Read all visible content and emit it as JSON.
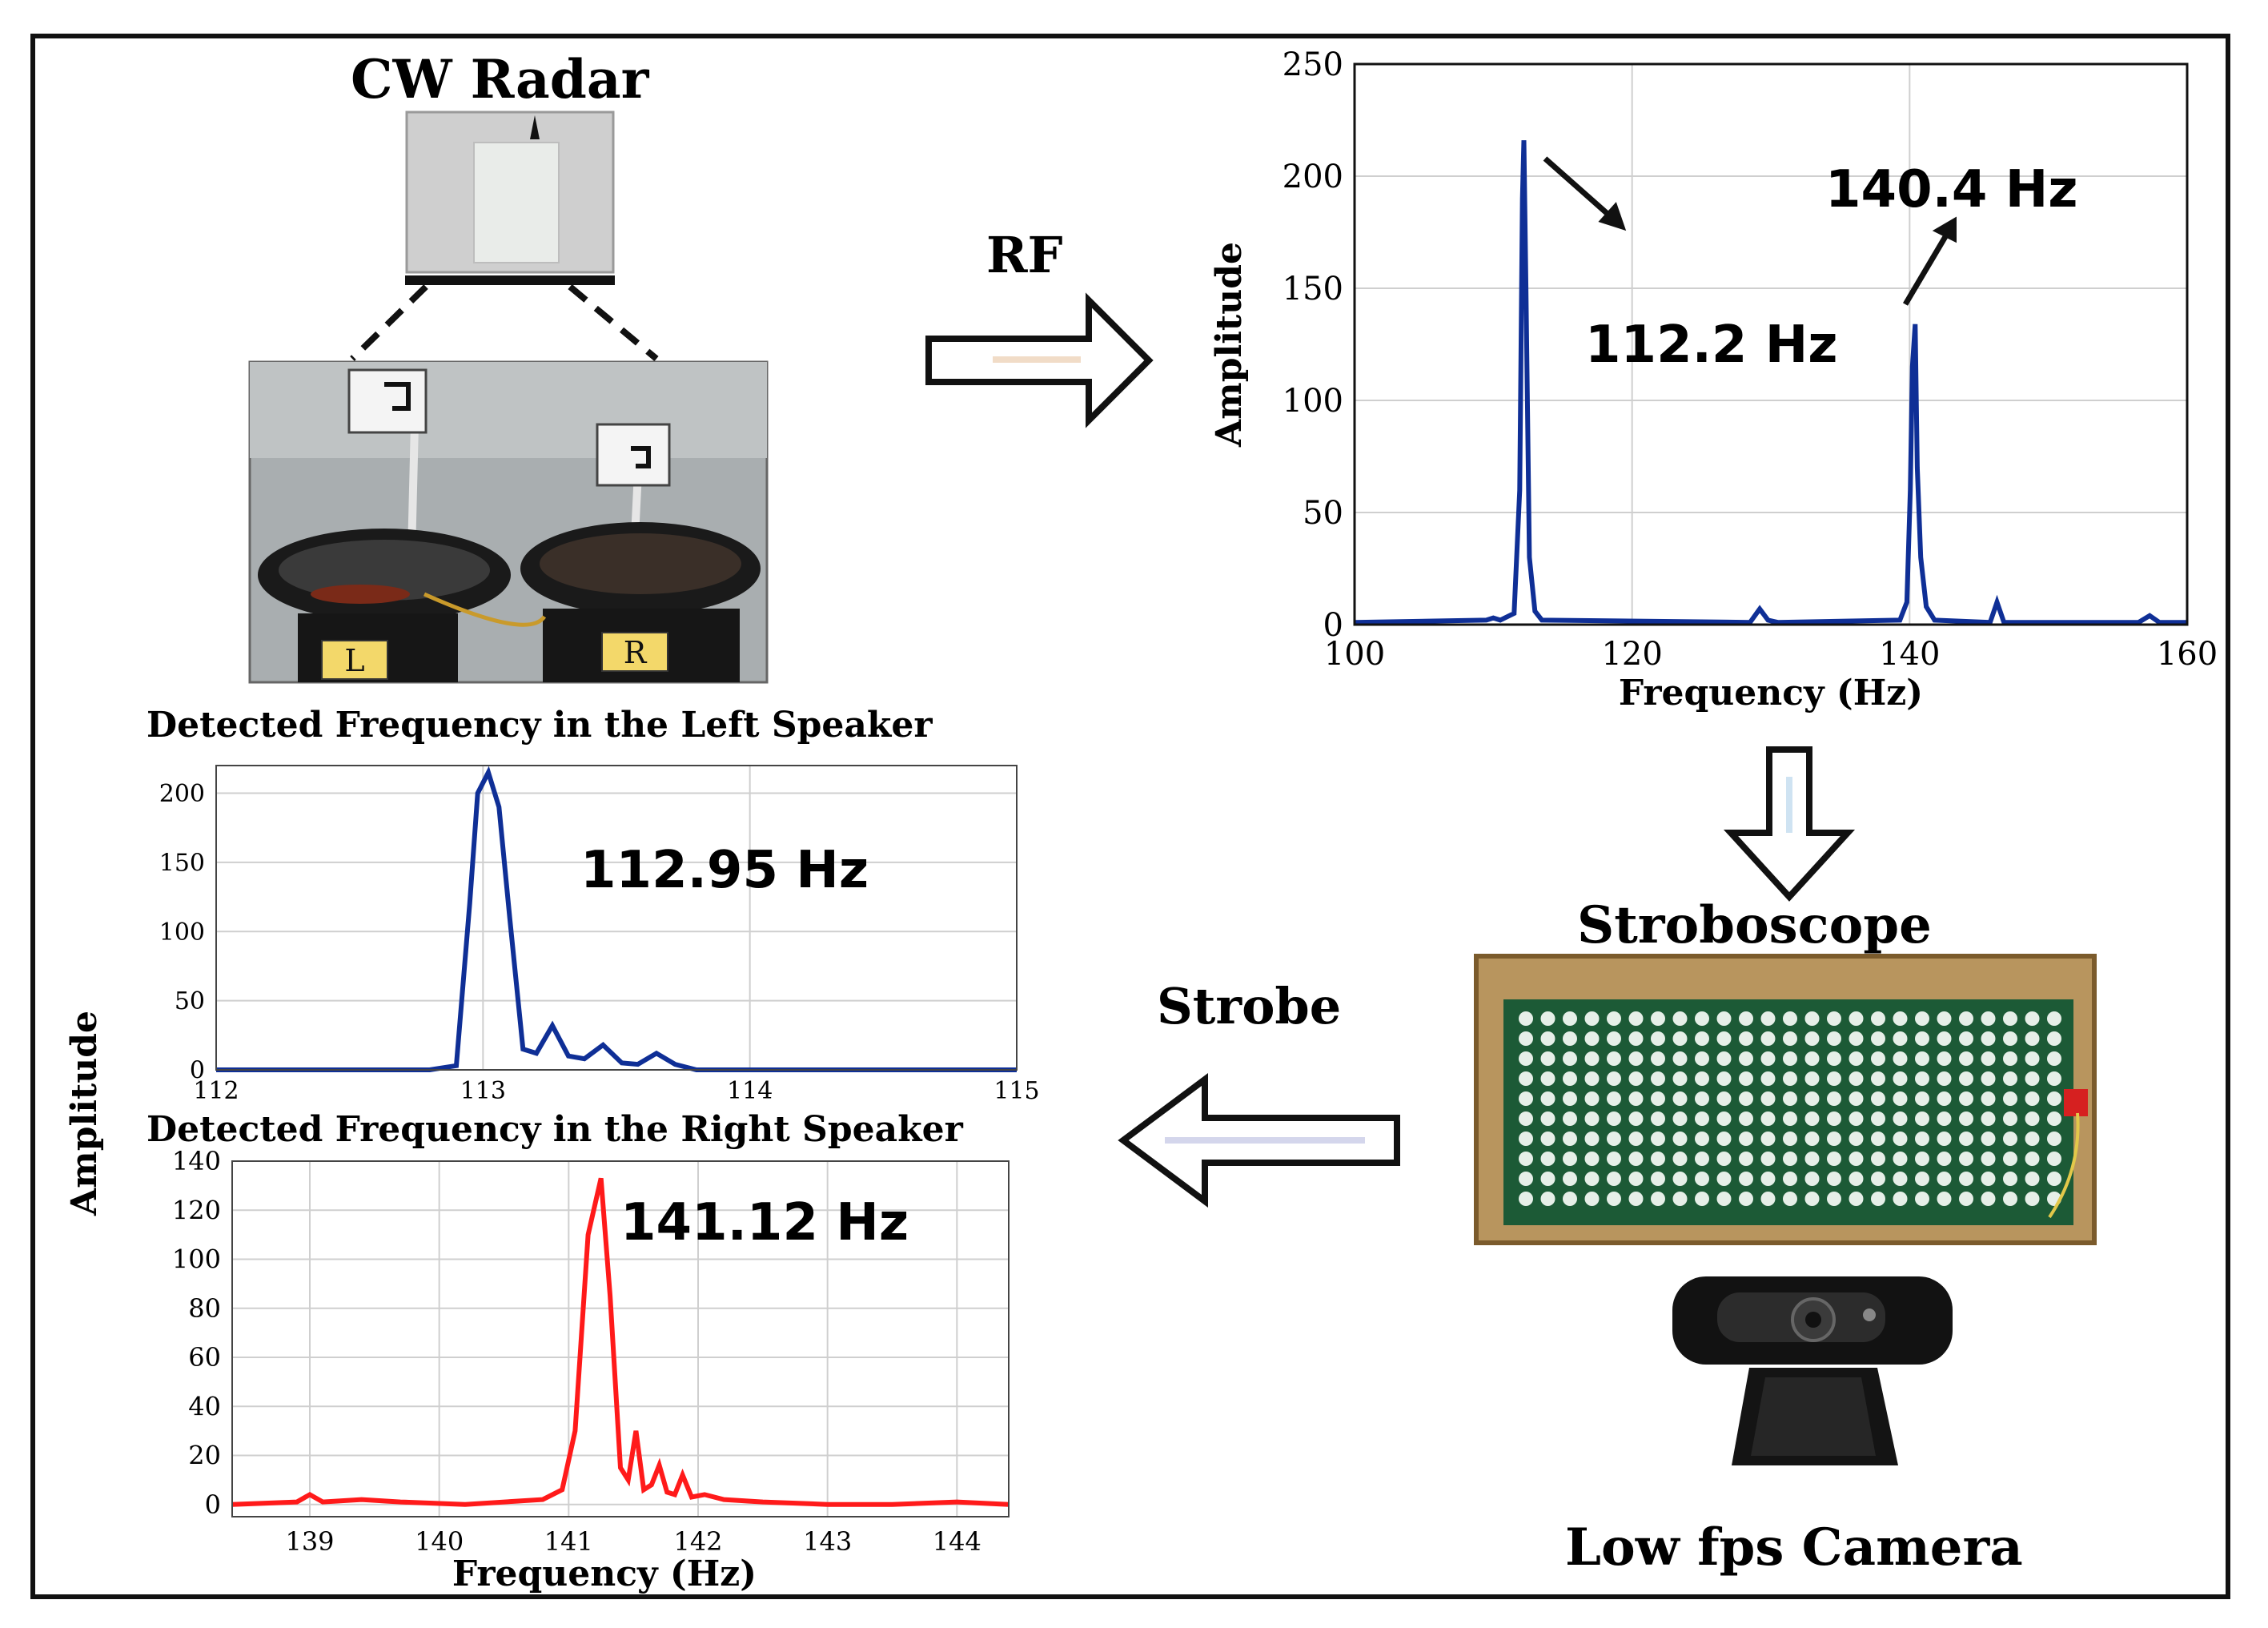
{
  "labels": {
    "radar": "CW Radar",
    "rf": "RF",
    "strobe": "Strobe",
    "stroboscope": "Stroboscope",
    "camera": "Low fps Camera",
    "left_title": "Detected Frequency in the Left Speaker",
    "right_title": "Detected Frequency in the Right Speaker",
    "shared_ylabel": "Amplitude",
    "speaker_left": "L",
    "speaker_right": "R"
  },
  "colors": {
    "blue": "#0f2f96",
    "red": "#ff1a1a",
    "grid": "#cfcfcf"
  },
  "icons": [
    "radar-module-icon",
    "speaker-left-icon",
    "speaker-right-icon",
    "led-array-icon",
    "webcam-icon",
    "arrow-right-icon",
    "arrow-down-icon",
    "arrow-left-icon"
  ],
  "chart_data": [
    {
      "id": "spectrum",
      "type": "line",
      "xlabel": "Frequency (Hz)",
      "ylabel": "Amplitude",
      "xlim": [
        100,
        160
      ],
      "ylim": [
        0,
        250
      ],
      "xticks": [
        100,
        120,
        140,
        160
      ],
      "yticks": [
        0,
        50,
        100,
        150,
        200,
        250
      ],
      "grid": true,
      "series": [
        {
          "x": [
            100,
            109.5,
            110,
            110.5,
            111.5,
            111.9,
            112.1,
            112.2,
            112.35,
            112.6,
            113,
            113.5,
            128.5,
            129.2,
            129.8,
            130.5,
            139.3,
            139.8,
            140.05,
            140.2,
            140.4,
            140.55,
            140.8,
            141.2,
            141.8,
            145.8,
            146.3,
            146.8,
            156.5,
            157.3,
            158,
            160
          ],
          "y": [
            1,
            2,
            3,
            2,
            5,
            60,
            190,
            216,
            150,
            30,
            6,
            2,
            1,
            7,
            2,
            1,
            2,
            10,
            60,
            115,
            134,
            70,
            30,
            8,
            2,
            1,
            10,
            1,
            1,
            4,
            1,
            1
          ]
        }
      ],
      "annotations": [
        "112.2 Hz",
        "140.4 Hz"
      ]
    },
    {
      "id": "left",
      "type": "line",
      "title": "Detected Frequency in the Left Speaker",
      "xlim": [
        112,
        115
      ],
      "ylim": [
        0,
        220
      ],
      "xticks": [
        112,
        113,
        114,
        115
      ],
      "yticks": [
        0,
        50,
        100,
        150,
        200
      ],
      "grid": true,
      "series": [
        {
          "x": [
            112,
            112.8,
            112.9,
            112.95,
            112.98,
            113.02,
            113.06,
            113.1,
            113.15,
            113.2,
            113.26,
            113.32,
            113.38,
            113.45,
            113.52,
            113.58,
            113.65,
            113.72,
            113.8,
            114,
            115
          ],
          "y": [
            0,
            0,
            3,
            120,
            200,
            215,
            190,
            110,
            15,
            12,
            32,
            10,
            8,
            18,
            5,
            4,
            12,
            4,
            0,
            0,
            0
          ]
        }
      ],
      "annotations": [
        "112.95 Hz"
      ]
    },
    {
      "id": "right",
      "type": "line",
      "title": "Detected Frequency in the Right Speaker",
      "xlabel": "Frequency (Hz)",
      "xlim": [
        138.4,
        144.4
      ],
      "ylim": [
        -5,
        140
      ],
      "xticks": [
        139,
        140,
        141,
        142,
        143,
        144
      ],
      "yticks": [
        0,
        20,
        40,
        60,
        80,
        100,
        120,
        140
      ],
      "grid": true,
      "series": [
        {
          "x": [
            138.4,
            138.9,
            139,
            139.1,
            139.4,
            139.7,
            140.2,
            140.8,
            140.95,
            141.05,
            141.15,
            141.25,
            141.32,
            141.4,
            141.46,
            141.52,
            141.58,
            141.64,
            141.7,
            141.76,
            141.82,
            141.88,
            141.95,
            142.05,
            142.2,
            142.5,
            143,
            143.5,
            144,
            144.4
          ],
          "y": [
            0,
            1,
            4,
            1,
            2,
            1,
            0,
            2,
            6,
            30,
            110,
            133,
            85,
            15,
            10,
            30,
            6,
            8,
            16,
            5,
            4,
            12,
            3,
            4,
            2,
            1,
            0,
            0,
            1,
            0
          ]
        }
      ],
      "annotations": [
        "141.12 Hz"
      ]
    }
  ]
}
